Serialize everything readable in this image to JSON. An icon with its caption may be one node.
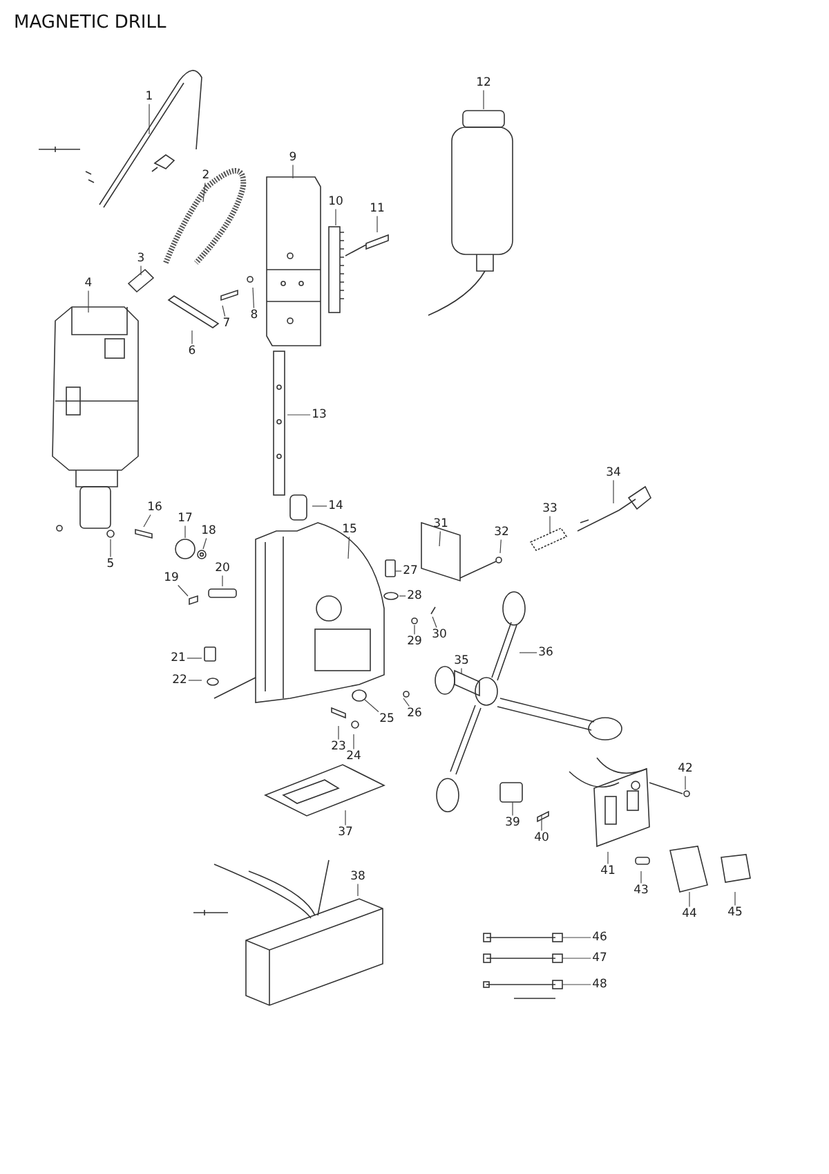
{
  "diagram": {
    "title": "MAGNETIC DRILL",
    "nodes": [
      {
        "text": [
          "1"
        ]
      },
      {
        "text": [
          "2"
        ]
      },
      {
        "text": [
          "3"
        ]
      },
      {
        "text": [
          "4"
        ]
      },
      {
        "text": [
          "5"
        ]
      },
      {
        "text": [
          "6"
        ]
      },
      {
        "text": [
          "7"
        ]
      },
      {
        "text": [
          "8"
        ]
      },
      {
        "text": [
          "9"
        ]
      },
      {
        "text": [
          "10"
        ]
      },
      {
        "text": [
          "11"
        ]
      },
      {
        "text": [
          "12"
        ]
      },
      {
        "text": [
          "13"
        ]
      },
      {
        "text": [
          "14"
        ]
      },
      {
        "text": [
          "15"
        ]
      },
      {
        "text": [
          "16"
        ]
      },
      {
        "text": [
          "17"
        ]
      },
      {
        "text": [
          "18"
        ]
      },
      {
        "text": [
          "19"
        ]
      },
      {
        "text": [
          "20"
        ]
      },
      {
        "text": [
          "21"
        ]
      },
      {
        "text": [
          "22"
        ]
      },
      {
        "text": [
          "23"
        ]
      },
      {
        "text": [
          "24"
        ]
      },
      {
        "text": [
          "25"
        ]
      },
      {
        "text": [
          "26"
        ]
      },
      {
        "text": [
          "27"
        ]
      },
      {
        "text": [
          "28"
        ]
      },
      {
        "text": [
          "29"
        ]
      },
      {
        "text": [
          "30"
        ]
      },
      {
        "text": [
          "31"
        ]
      },
      {
        "text": [
          "32"
        ]
      },
      {
        "text": [
          "33"
        ]
      },
      {
        "text": [
          "34"
        ]
      },
      {
        "text": [
          "35"
        ]
      },
      {
        "text": [
          "36"
        ]
      },
      {
        "text": [
          "37"
        ]
      },
      {
        "text": [
          "38"
        ]
      },
      {
        "text": [
          "39"
        ]
      },
      {
        "text": [
          "40"
        ]
      },
      {
        "text": [
          "41"
        ]
      },
      {
        "text": [
          "42"
        ]
      },
      {
        "text": [
          "43"
        ]
      },
      {
        "text": [
          "44"
        ]
      },
      {
        "text": [
          "45"
        ]
      },
      {
        "text": [
          "46"
        ]
      },
      {
        "text": [
          "47"
        ]
      },
      {
        "text": [
          "48"
        ]
      }
    ],
    "edges": [
      {
        "from": 0,
        "to": null,
        "arrow": "none"
      },
      {
        "from": 1,
        "to": null,
        "arrow": "none"
      },
      {
        "from": 2,
        "to": null,
        "arrow": "none"
      },
      {
        "from": 3,
        "to": null,
        "arrow": "none"
      },
      {
        "from": 4,
        "to": null,
        "arrow": "none"
      },
      {
        "from": 5,
        "to": null,
        "arrow": "none"
      },
      {
        "from": 6,
        "to": null,
        "arrow": "none"
      },
      {
        "from": 7,
        "to": null,
        "arrow": "none"
      },
      {
        "from": 8,
        "to": null,
        "arrow": "none"
      },
      {
        "from": 9,
        "to": null,
        "arrow": "none"
      },
      {
        "from": 10,
        "to": null,
        "arrow": "none"
      },
      {
        "from": 11,
        "to": null,
        "arrow": "none"
      },
      {
        "from": 12,
        "to": null,
        "arrow": "none"
      },
      {
        "from": 13,
        "to": null,
        "arrow": "none"
      },
      {
        "from": 14,
        "to": null,
        "arrow": "none"
      },
      {
        "from": 15,
        "to": null,
        "arrow": "none"
      },
      {
        "from": 16,
        "to": null,
        "arrow": "none"
      },
      {
        "from": 17,
        "to": null,
        "arrow": "none"
      },
      {
        "from": 18,
        "to": null,
        "arrow": "none"
      },
      {
        "from": 19,
        "to": null,
        "arrow": "none"
      },
      {
        "from": 20,
        "to": null,
        "arrow": "none"
      },
      {
        "from": 21,
        "to": null,
        "arrow": "none"
      },
      {
        "from": 22,
        "to": null,
        "arrow": "none"
      },
      {
        "from": 23,
        "to": null,
        "arrow": "none"
      },
      {
        "from": 24,
        "to": null,
        "arrow": "none"
      },
      {
        "from": 25,
        "to": null,
        "arrow": "none"
      },
      {
        "from": 26,
        "to": null,
        "arrow": "none"
      },
      {
        "from": 27,
        "to": null,
        "arrow": "none"
      },
      {
        "from": 28,
        "to": null,
        "arrow": "none"
      },
      {
        "from": 29,
        "to": null,
        "arrow": "none"
      },
      {
        "from": 30,
        "to": null,
        "arrow": "none"
      },
      {
        "from": 31,
        "to": null,
        "arrow": "none"
      },
      {
        "from": 32,
        "to": null,
        "arrow": "none"
      },
      {
        "from": 33,
        "to": null,
        "arrow": "none"
      },
      {
        "from": 34,
        "to": null,
        "arrow": "none"
      },
      {
        "from": 35,
        "to": null,
        "arrow": "none"
      },
      {
        "from": 36,
        "to": null,
        "arrow": "none"
      },
      {
        "from": 37,
        "to": null,
        "arrow": "none"
      },
      {
        "from": 38,
        "to": null,
        "arrow": "none"
      },
      {
        "from": 39,
        "to": null,
        "arrow": "none"
      },
      {
        "from": 40,
        "to": null,
        "arrow": "none"
      },
      {
        "from": 41,
        "to": null,
        "arrow": "none"
      },
      {
        "from": 42,
        "to": null,
        "arrow": "none"
      },
      {
        "from": 43,
        "to": null,
        "arrow": "none"
      },
      {
        "from": 44,
        "to": null,
        "arrow": "none"
      },
      {
        "from": 45,
        "to": null,
        "arrow": "none"
      },
      {
        "from": 46,
        "to": null,
        "arrow": "none"
      },
      {
        "from": 47,
        "to": null,
        "arrow": "none"
      }
    ]
  }
}
